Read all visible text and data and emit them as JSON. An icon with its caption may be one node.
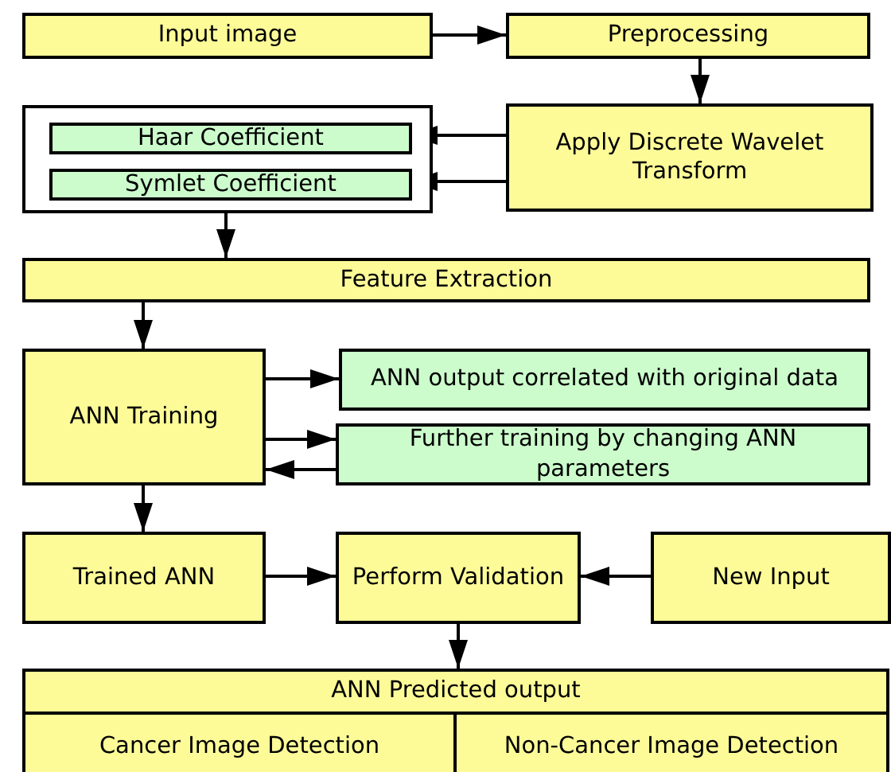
{
  "diagram": {
    "nodes": [
      {
        "text": [
          "Input image"
        ]
      },
      {
        "text": [
          "Preprocessing"
        ]
      },
      {
        "text": [],
        "shape": "box"
      },
      {
        "text": [
          "Haar Coefficient"
        ],
        "in": 2
      },
      {
        "text": [
          "Symlet Coefficient"
        ],
        "in": 2
      },
      {
        "text": [
          "Apply Discrete Wavelet Transform"
        ]
      },
      {
        "text": [
          "Feature Extraction"
        ]
      },
      {
        "text": [
          "ANN Training"
        ]
      },
      {
        "text": [
          "ANN output correlated with original data"
        ]
      },
      {
        "text": [
          "Further training by changing ANN parameters"
        ]
      },
      {
        "text": [
          "Trained ANN"
        ]
      },
      {
        "text": [
          "Perform Validation"
        ]
      },
      {
        "text": [
          "New Input"
        ]
      },
      {
        "text": [
          "ANN Predicted output"
        ]
      },
      {
        "text": [
          "Cancer Image Detection"
        ],
        "in": 13
      },
      {
        "text": [
          "Non-Cancer Image Detection"
        ],
        "in": 13
      }
    ],
    "edges": [
      {
        "from": 0,
        "to": 1,
        "arrow": "to"
      },
      {
        "from": 1,
        "to": 5,
        "arrow": "to"
      },
      {
        "from": 5,
        "to": 3,
        "arrow": "to"
      },
      {
        "from": 5,
        "to": 4,
        "arrow": "to"
      },
      {
        "from": 2,
        "to": 6,
        "arrow": "to"
      },
      {
        "from": 6,
        "to": 7,
        "arrow": "to"
      },
      {
        "from": 7,
        "to": 8,
        "arrow": "to"
      },
      {
        "from": 7,
        "to": 9,
        "arrow": "to"
      },
      {
        "from": 9,
        "to": 7,
        "arrow": "to"
      },
      {
        "from": 7,
        "to": 10,
        "arrow": "to"
      },
      {
        "from": 10,
        "to": 11,
        "arrow": "to"
      },
      {
        "from": 12,
        "to": 11,
        "arrow": "to"
      },
      {
        "from": 11,
        "to": 13,
        "arrow": "to"
      }
    ]
  }
}
